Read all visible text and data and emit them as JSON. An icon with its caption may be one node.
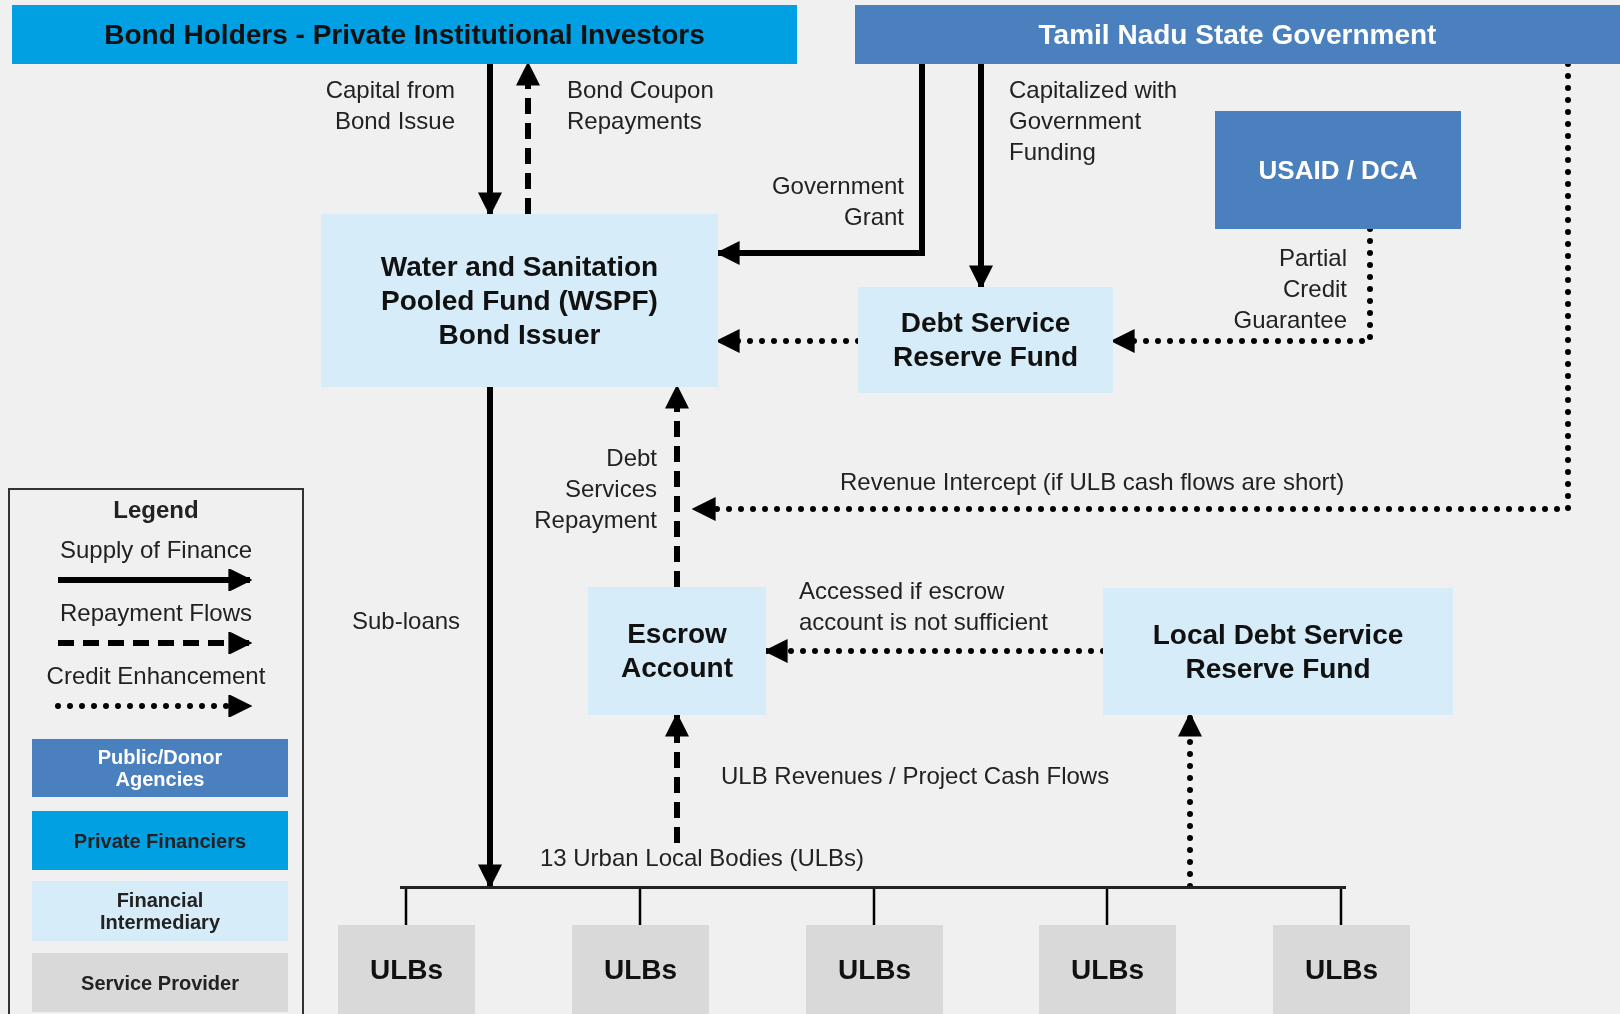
{
  "diagram": {
    "nodes": [
      {
        "text": [
          "Bond Holders - Private Institutional Investors"
        ]
      },
      {
        "text": [
          "Tamil Nadu State Government"
        ]
      },
      {
        "text": [
          "Water and Sanitation Pooled Fund (WSPF) Bond Issuer"
        ]
      },
      {
        "text": [
          "USAID / DCA"
        ]
      },
      {
        "text": [
          "Debt Service Reserve Fund"
        ]
      },
      {
        "text": [
          "Escrow Account"
        ]
      },
      {
        "text": [
          "Local Debt Service Reserve Fund"
        ]
      },
      {
        "text": [
          "13 Urban Local Bodies (ULBs)"
        ]
      },
      {
        "text": [],
        "shape": "bar"
      },
      {
        "text": [
          "ULBs"
        ]
      },
      {
        "text": [
          "ULBs"
        ]
      },
      {
        "text": [
          "ULBs"
        ]
      },
      {
        "text": [
          "ULBs"
        ]
      },
      {
        "text": [
          "ULBs"
        ]
      }
    ],
    "edges": [
      {
        "from": 0,
        "to": 2,
        "arrow": "to",
        "label": "Capital from Bond Issue"
      },
      {
        "from": 2,
        "to": 0,
        "arrow": "to",
        "label": "Bond Coupon Repayments",
        "style": "dashed"
      },
      {
        "from": 1,
        "to": 2,
        "arrow": "to",
        "label": "Government Grant"
      },
      {
        "from": 1,
        "to": 4,
        "arrow": "to",
        "label": "Capitalized with Government Funding"
      },
      {
        "from": 3,
        "to": 4,
        "arrow": "to",
        "label": "Partial Credit Guarantee",
        "style": "dashed"
      },
      {
        "from": 4,
        "to": 2,
        "arrow": "to",
        "style": "dashed"
      },
      {
        "from": 1,
        "to": null,
        "arrow": "to",
        "label": "Revenue Intercept (if ULB cash flows are short)",
        "style": "dashed"
      },
      {
        "from": 5,
        "to": 2,
        "arrow": "to",
        "label": "Debt Services Repayment",
        "style": "dashed"
      },
      {
        "from": 6,
        "to": 5,
        "arrow": "to",
        "label": "Accessed if escrow account is not sufficient",
        "style": "dashed"
      },
      {
        "from": 2,
        "to": 8,
        "arrow": "to",
        "label": "Sub-loans"
      },
      {
        "from": 7,
        "to": 5,
        "arrow": "to",
        "label": "ULB Revenues / Project Cash Flows",
        "style": "dashed"
      },
      {
        "from": 8,
        "to": 6,
        "arrow": "to",
        "style": "dashed"
      },
      {
        "from": 8,
        "to": 9,
        "arrow": "none"
      },
      {
        "from": 8,
        "to": 10,
        "arrow": "none"
      },
      {
        "from": 8,
        "to": 11,
        "arrow": "none"
      },
      {
        "from": 8,
        "to": 12,
        "arrow": "none"
      },
      {
        "from": 8,
        "to": 13,
        "arrow": "none"
      }
    ],
    "labels": [
      "Legend"
    ],
    "legend": [
      {
        "text": "Supply of Finance"
      },
      {
        "text": "Repayment Flows"
      },
      {
        "text": "Credit Enhancement"
      },
      {
        "text": "Public/Donor Agencies",
        "color": "#4a80bd"
      },
      {
        "text": "Private Financiers",
        "color": "#00a0e3"
      },
      {
        "text": "Financial Intermediary",
        "color": "#d6ecf8"
      },
      {
        "text": "Service Provider",
        "color": "#d9d9d9"
      }
    ]
  }
}
